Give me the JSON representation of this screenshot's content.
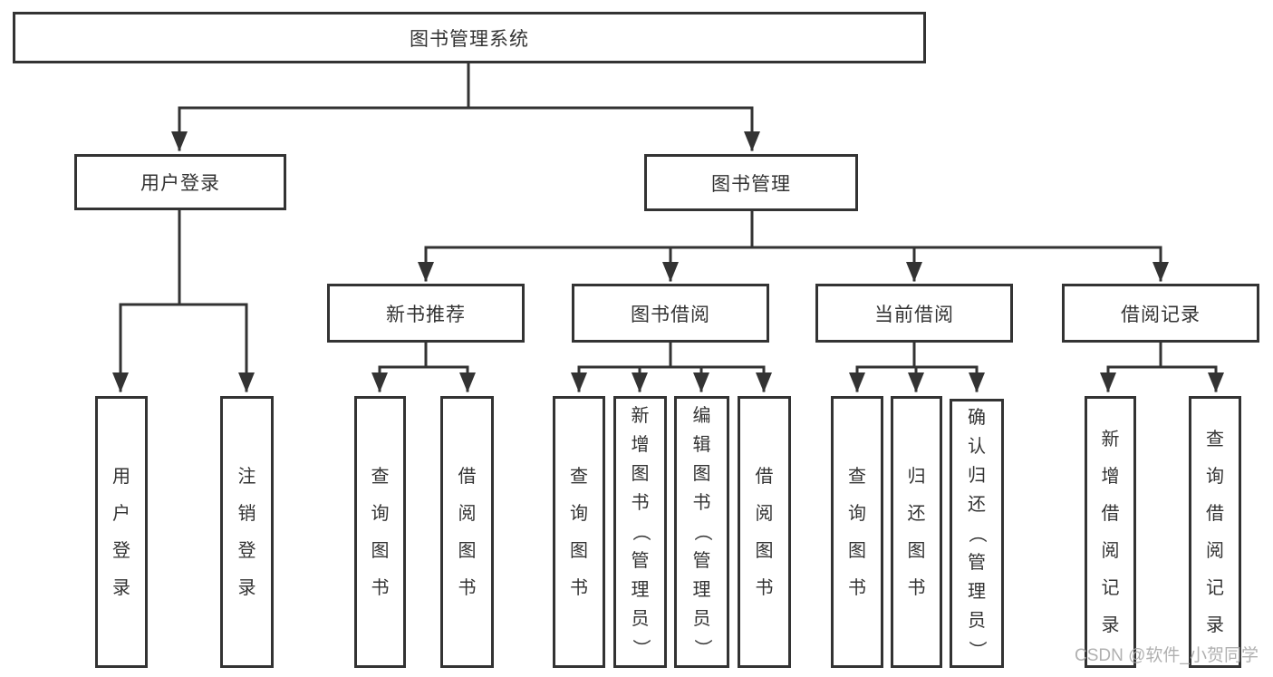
{
  "diagram": {
    "root": {
      "label": "图书管理系统",
      "children": [
        {
          "label": "用户登录",
          "children": [
            {
              "label": "用户登录"
            },
            {
              "label": "注销登录"
            }
          ]
        },
        {
          "label": "图书管理",
          "children": [
            {
              "label": "新书推荐",
              "children": [
                {
                  "label": "查询图书"
                },
                {
                  "label": "借阅图书"
                }
              ]
            },
            {
              "label": "图书借阅",
              "children": [
                {
                  "label": "查询图书"
                },
                {
                  "label": "新增图书（管理员）"
                },
                {
                  "label": "编辑图书（管理员）"
                },
                {
                  "label": "借阅图书"
                }
              ]
            },
            {
              "label": "当前借阅",
              "children": [
                {
                  "label": "查询图书"
                },
                {
                  "label": "归还图书"
                },
                {
                  "label": "确认归还（管理员）"
                }
              ]
            },
            {
              "label": "借阅记录",
              "children": [
                {
                  "label": "新增借阅记录"
                },
                {
                  "label": "查询借阅记录"
                }
              ]
            }
          ]
        }
      ]
    }
  },
  "watermark": {
    "text": "CSDN @软件_小贺同学",
    "color": "#a8a8a8"
  },
  "colors": {
    "line": "#333333",
    "box_border": "#333333",
    "text": "#333333",
    "background": "#ffffff"
  }
}
